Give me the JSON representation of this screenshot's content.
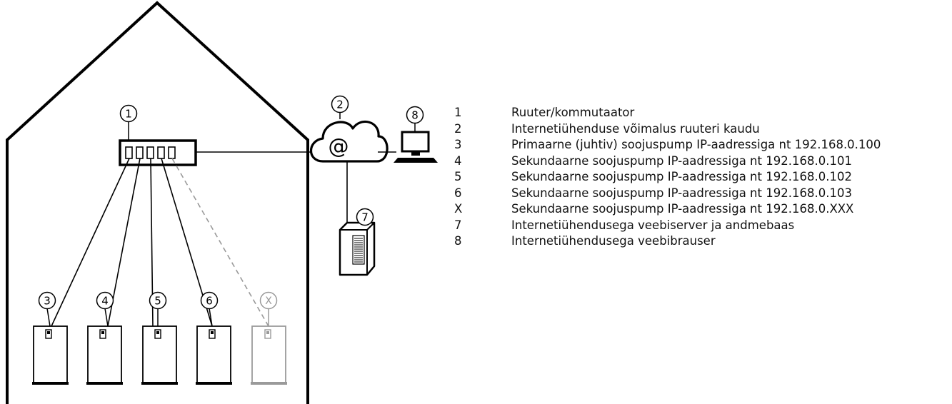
{
  "diagram": {
    "router": {
      "marker": "1"
    },
    "internet": {
      "marker": "2",
      "symbol": "@"
    },
    "pumps": [
      {
        "marker": "3",
        "status": "active"
      },
      {
        "marker": "4",
        "status": "active"
      },
      {
        "marker": "5",
        "status": "active"
      },
      {
        "marker": "6",
        "status": "active"
      },
      {
        "marker": "X",
        "status": "optional"
      }
    ],
    "server": {
      "marker": "7"
    },
    "browser": {
      "marker": "8"
    },
    "colors": {
      "line": "#000000",
      "optional": "#9a9a9a"
    }
  },
  "legend": [
    {
      "key": "1",
      "text": "Ruuter/kommutaator"
    },
    {
      "key": "2",
      "text": "Internetiühenduse võimalus ruuteri kaudu"
    },
    {
      "key": "3",
      "text": "Primaarne (juhtiv) soojuspump IP-aadressiga nt 192.168.0.100"
    },
    {
      "key": "4",
      "text": "Sekundaarne soojuspump IP-aadressiga nt 192.168.0.101"
    },
    {
      "key": "5",
      "text": "Sekundaarne soojuspump IP-aadressiga nt 192.168.0.102"
    },
    {
      "key": "6",
      "text": "Sekundaarne soojuspump IP-aadressiga nt 192.168.0.103"
    },
    {
      "key": "X",
      "text": "Sekundaarne soojuspump IP-aadressiga nt 192.168.0.XXX"
    },
    {
      "key": "7",
      "text": "Internetiühendusega veebiserver ja andmebaas"
    },
    {
      "key": "8",
      "text": "Internetiühendusega veebibrauser"
    }
  ]
}
